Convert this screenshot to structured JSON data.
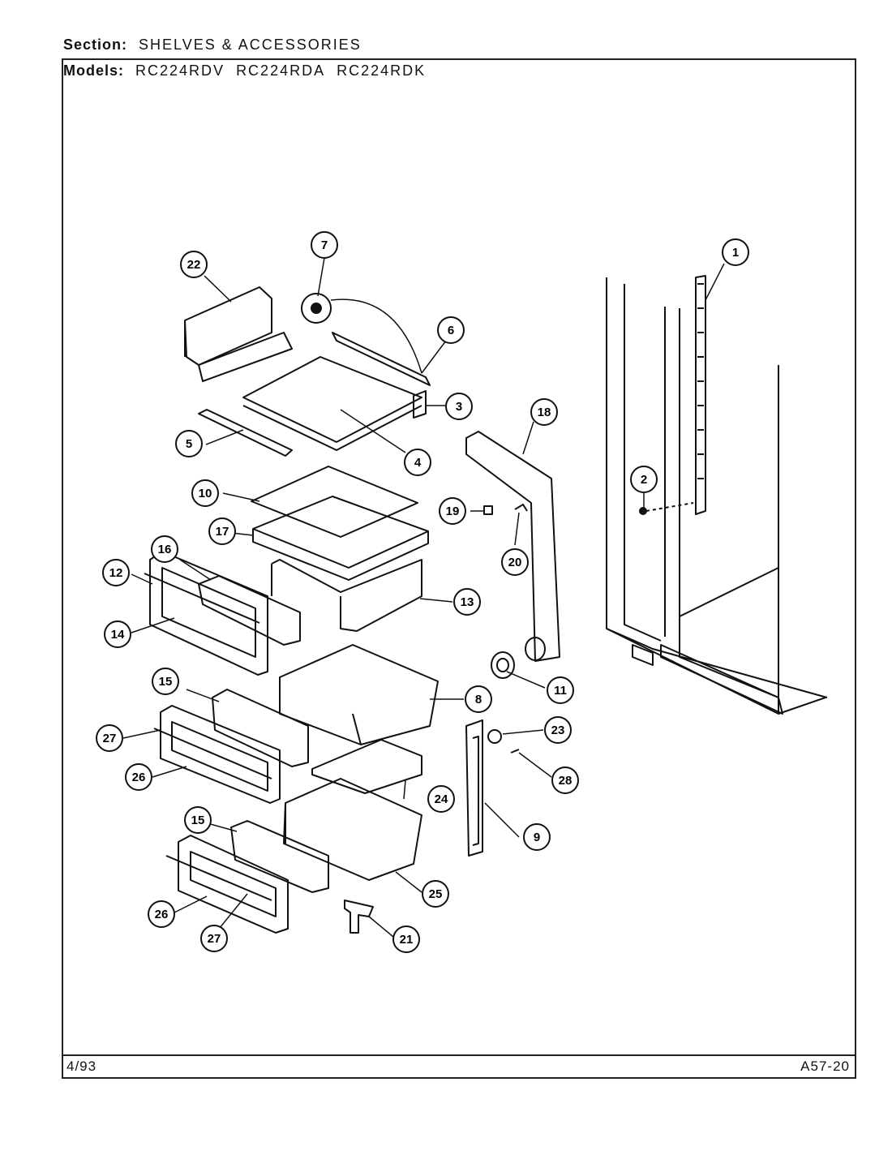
{
  "header": {
    "section_label": "Section:",
    "section_value": "SHELVES & ACCESSORIES",
    "models_label": "Models:",
    "models": [
      "RC224RDV",
      "RC224RDA",
      "RC224RDK"
    ]
  },
  "footer": {
    "date": "4/93",
    "page_code": "A57-20"
  },
  "callouts": [
    "1",
    "2",
    "3",
    "4",
    "5",
    "6",
    "7",
    "8",
    "9",
    "10",
    "11",
    "12",
    "13",
    "14",
    "15",
    "15",
    "16",
    "17",
    "18",
    "19",
    "20",
    "21",
    "22",
    "23",
    "24",
    "25",
    "26",
    "26",
    "27",
    "27",
    "28"
  ]
}
